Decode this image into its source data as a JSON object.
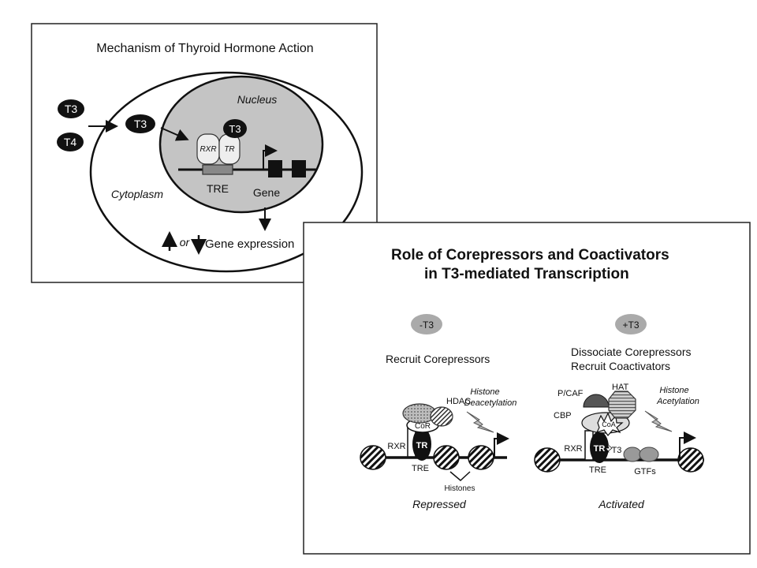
{
  "panel1": {
    "title": "Mechanism of Thyroid Hormone Action",
    "hormone_t3": "T3",
    "hormone_t4": "T4",
    "hormone_t3_cytoplasm": "T3",
    "hormone_t3_nucleus": "T3",
    "nucleus_label": "Nucleus",
    "cytoplasm_label": "Cytoplasm",
    "rxr_label": "RXR",
    "tr_label": "TR",
    "tre_label": "TRE",
    "gene_label": "Gene",
    "or_label": "or",
    "expression_label": "Gene expression"
  },
  "panel2": {
    "title_line1": "Role of Corepressors and Coactivators",
    "title_line2": "in T3-mediated Transcription",
    "minus_t3": "-T3",
    "plus_t3": "+T3",
    "left_heading": "Recruit Corepressors",
    "right_heading_line1": "Dissociate Corepressors",
    "right_heading_line2": "Recruit Coactivators",
    "hdac": "HDAC",
    "cor": "CoR",
    "histone_deacetylation_line1": "Histone",
    "histone_deacetylation_line2": "Deacetylation",
    "rxr_left": "RXR",
    "tr_left": "TR",
    "tre_left": "TRE",
    "histones": "Histones",
    "repressed": "Repressed",
    "pcaf": "P/CAF",
    "hat": "HAT",
    "cbp": "CBP",
    "coa": "CoA",
    "histone_acetylation_line1": "Histone",
    "histone_acetylation_line2": "Acetylation",
    "rxr_right": "RXR",
    "tr_right": "TR",
    "t3_bound": "T3",
    "tre_right": "TRE",
    "gtfs": "GTFs",
    "activated": "Activated"
  }
}
